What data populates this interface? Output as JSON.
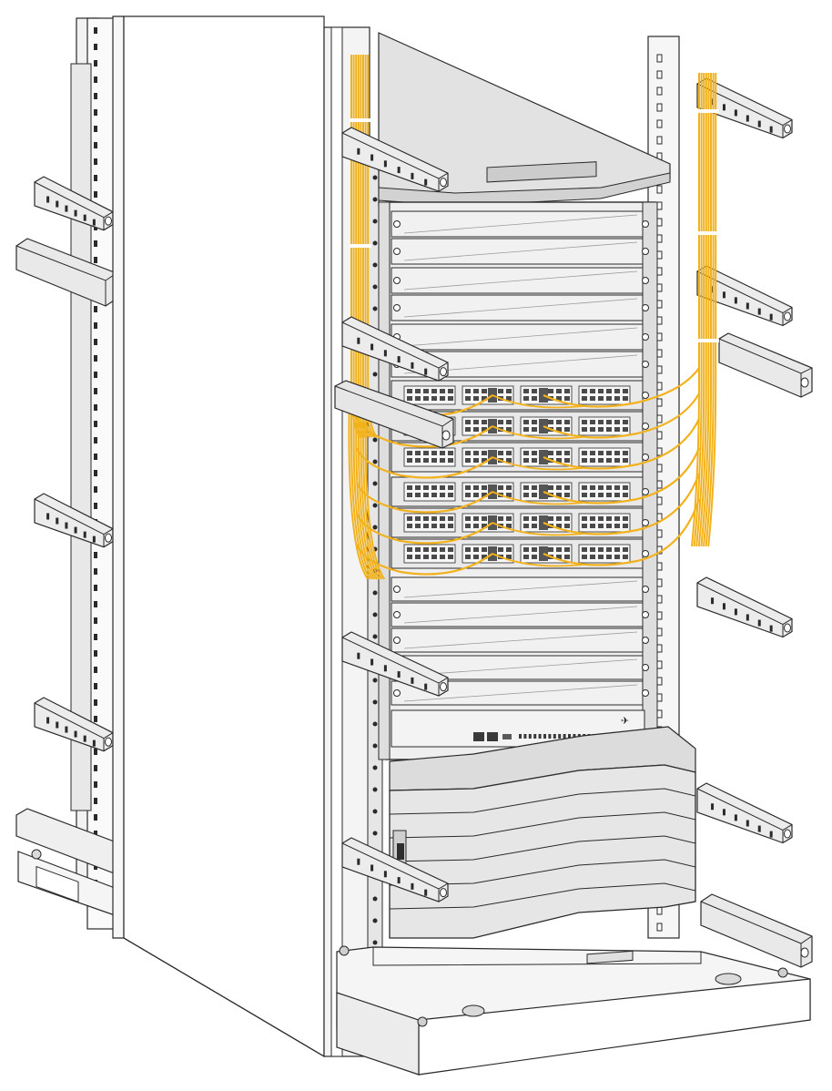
{
  "figure": {
    "subject": "rack-cable-routing",
    "colors": {
      "background": "#ffffff",
      "outline": "#2a2a2a",
      "panel_fill": "#e4e4e4",
      "panel_dark": "#c9c9c9",
      "panel_light": "#f1f1f1",
      "cable": "#f2b21d",
      "cable_shadow": "#c98a10"
    },
    "left_cable_bundle": {
      "fiber_count": 8
    },
    "right_cable_bundle": {
      "fiber_count": 8
    },
    "service_card_groups": [
      {
        "group": "upper",
        "card_rows": 3,
        "connectors_per_row": 4
      },
      {
        "group": "lower",
        "card_rows": 3,
        "connectors_per_row": 4
      }
    ],
    "blank_filler_slots_upper": 6,
    "blank_filler_slots_lower": 5,
    "power_module_ribs": 5,
    "left_rack_brackets": 4,
    "right_rack_brackets": 5,
    "front_cable_brackets": 5
  }
}
